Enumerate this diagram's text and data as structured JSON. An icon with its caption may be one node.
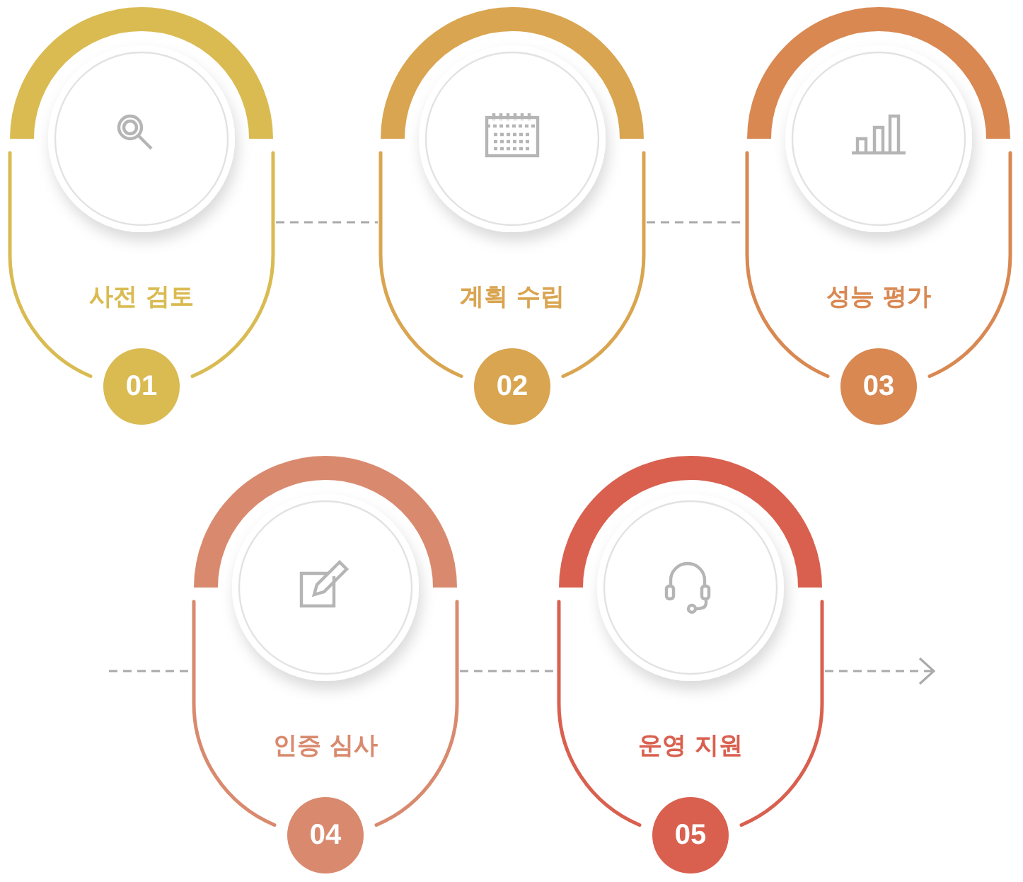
{
  "diagram": {
    "nodes": [
      {
        "text": [
          "사전 검토"
        ]
      },
      {
        "text": [
          "01"
        ]
      },
      {
        "text": [
          "계획 수립"
        ]
      },
      {
        "text": [
          "02"
        ]
      },
      {
        "text": [
          "성능 평가"
        ]
      },
      {
        "text": [
          "03"
        ]
      },
      {
        "text": [
          "인증 심사"
        ]
      },
      {
        "text": [
          "04"
        ]
      },
      {
        "text": [
          "운영 지원"
        ]
      },
      {
        "text": [
          "05"
        ]
      }
    ],
    "edges": [
      {
        "from": 0,
        "to": 2,
        "arrow": "none",
        "style": "dashed"
      },
      {
        "from": 2,
        "to": 4,
        "arrow": "none",
        "style": "dashed"
      },
      {
        "from": null,
        "to": 6,
        "arrow": "none",
        "style": "dashed"
      },
      {
        "from": 6,
        "to": 8,
        "arrow": "none",
        "style": "dashed"
      },
      {
        "from": 8,
        "to": null,
        "arrow": "to",
        "style": "dashed"
      }
    ]
  }
}
